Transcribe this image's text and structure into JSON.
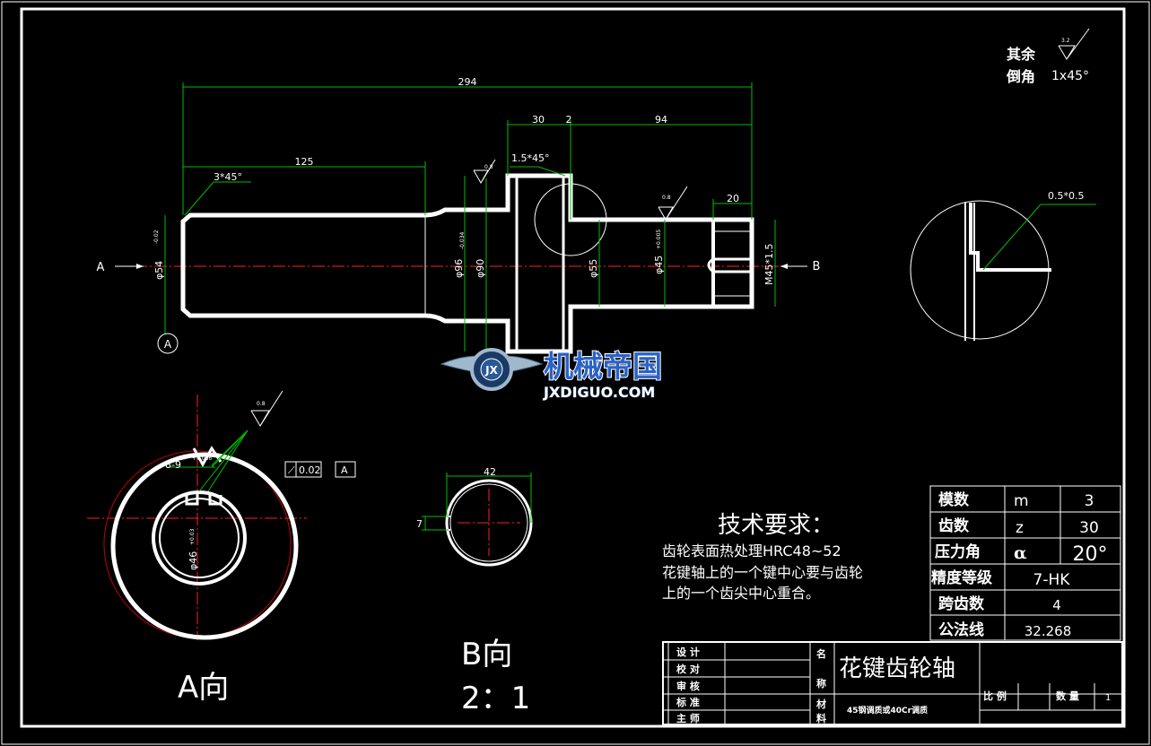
{
  "roughness": {
    "rest_label": "其余",
    "rest_value": "3.2",
    "chamfer_label": "倒角",
    "chamfer_value": "1x45°"
  },
  "dimensions": {
    "overall": "294",
    "left_len": "125",
    "gear_width": "30",
    "gap": "2",
    "right_len": "94",
    "thread_len": "20",
    "chamfer_left": "3*45°",
    "chamfer_gear": "1.5*45°",
    "dia_54": "φ54",
    "dia_54_tol": "-0.02",
    "dia_96": "φ96",
    "dia_96_tol": "-0.034",
    "dia_90": "φ90",
    "dia_55": "φ55",
    "dia_45": "φ45",
    "dia_45_tol": "+0.005",
    "thread": "M45*1.5",
    "rough_1": "0.8",
    "rough_2": "0.8",
    "rough_3": "0.8",
    "detail_chamfer": "0.5*0.5",
    "b_width": "42",
    "b_key": "7",
    "spline": "8-9",
    "spline_tol": "+0.036",
    "inner_dia": "φ46",
    "inner_tol": "+0.03",
    "gdt_sym": "⟋",
    "gdt_value": "0.02",
    "gdt_datum": "A",
    "datum": "A"
  },
  "views": {
    "arrow_a": "A",
    "arrow_b": "B",
    "view_a": "A向",
    "view_b": "B向",
    "scale_b": "2：1"
  },
  "tech": {
    "title": "技术要求：",
    "line1": "齿轮表面热处理HRC48~52",
    "line2": "花键轴上的一个键中心要与齿轮",
    "line3": "上的一个齿尖中心重合。"
  },
  "gear_params": [
    {
      "label": "模数",
      "symbol": "m",
      "value": "3"
    },
    {
      "label": "齿数",
      "symbol": "z",
      "value": "30"
    },
    {
      "label": "压力角",
      "symbol": "α",
      "value": "20°"
    },
    {
      "label": "精度等级",
      "value": "7-HK"
    },
    {
      "label": "跨齿数",
      "value": "4"
    },
    {
      "label": "公法线",
      "value": "32.268"
    }
  ],
  "title_block": {
    "roles": [
      "设 计",
      "校 对",
      "审 核",
      "标 准",
      "主 师"
    ],
    "name_label": "名\n称",
    "name_label_top": "名",
    "name_label_bottom": "称",
    "material_label_top": "材",
    "material_label_bottom": "料",
    "part_name": "花键齿轮轴",
    "material": "45钢调质或40Cr调质",
    "scale_label": "比 例",
    "qty_label": "数 量",
    "qty_value": "1"
  },
  "watermark": {
    "title": "机械帝国",
    "url": "JXDIGUO.COM",
    "logo": "JX"
  },
  "colors": {
    "background": "#000000",
    "line": "#ffffff",
    "dimension": "#00c000",
    "center": "#ff2020"
  }
}
